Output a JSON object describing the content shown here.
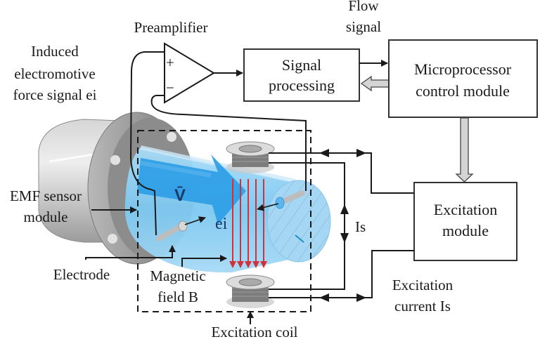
{
  "figure": {
    "subject": "Electromagnetic flowmeter working principle",
    "colors": {
      "line": "#1a1a1a",
      "pipe_fluid": "#6ec3f0",
      "flow_arrow": "#2e9ee6",
      "magnetic_field": "#d0323c",
      "flange_grey": "#8a8a8a",
      "thick_arrow_fill": "#d4d4d4"
    }
  },
  "labels": {
    "preamplifier": "Preamplifier",
    "flow_signal": [
      "Flow",
      "signal"
    ],
    "induced_emf": [
      "Induced",
      "electromotive",
      "force signal ei"
    ],
    "emf_sensor": [
      "EMF sensor",
      "module"
    ],
    "electrode": "Electrode",
    "magnetic_field": [
      "Magnetic",
      "field B"
    ],
    "excitation_coil": "Excitation coil",
    "excitation_current": [
      "Excitation",
      "current Is"
    ],
    "is_label": "Is",
    "velocity": "V̄",
    "ei": "ei",
    "plus": "+",
    "minus": "−"
  },
  "boxes": {
    "signal_processing": [
      "Signal",
      "processing"
    ],
    "microprocessor": [
      "Microprocessor",
      "control module"
    ],
    "excitation_module": [
      "Excitation",
      "module"
    ]
  }
}
